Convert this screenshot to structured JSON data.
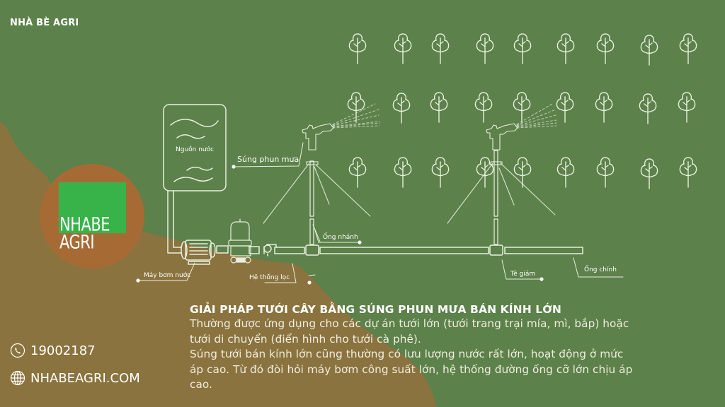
{
  "brand": {
    "top_label": "NHÀ BÈ AGRI",
    "logo_line1": "NHABE",
    "logo_line2": "AGRI"
  },
  "colors": {
    "background": "#5c814a",
    "hill": "#8a733e",
    "logo_circle": "#a66b35",
    "logo_square": "#37b34a",
    "line": "#e8efe0"
  },
  "diagram": {
    "labels": {
      "water_source": "Nguồn nước",
      "sprinkler_gun": "Súng phun mưa",
      "branch_pipe": "Ống nhánh",
      "water_pump": "Máy bơm nước",
      "filter_system": "Hệ thống lọc",
      "reducing_tee": "Tê giảm",
      "main_pipe": "Ống chính"
    },
    "icons": [
      "tree-icon",
      "sprinkler-gun-icon",
      "water-tank-icon",
      "pump-icon",
      "filter-icon",
      "pipe-icon"
    ]
  },
  "content": {
    "title": "GIẢI PHÁP TƯỚI CÂY BẰNG SÚNG PHUN MƯA BÁN KÍNH LỚN",
    "lines": [
      "Thường được ứng dụng cho các dự án tưới lớn (tưới trang trại mía, mì, bắp) hoặc",
      "tưới di chuyển (điển hình cho tưới cà phê).",
      "Súng tưới bán kính lớn cũng thường có lưu lượng nước rất lớn, hoạt động ở mức",
      "áp cao. Từ đó đòi hỏi máy bơm công suất lớn, hệ thống đường ống cỡ lớn chịu áp",
      "cao."
    ]
  },
  "contact": {
    "phone": "19002187",
    "website": "NHABEAGRI.COM",
    "phone_icon": "phone-icon",
    "website_icon": "globe-icon"
  }
}
